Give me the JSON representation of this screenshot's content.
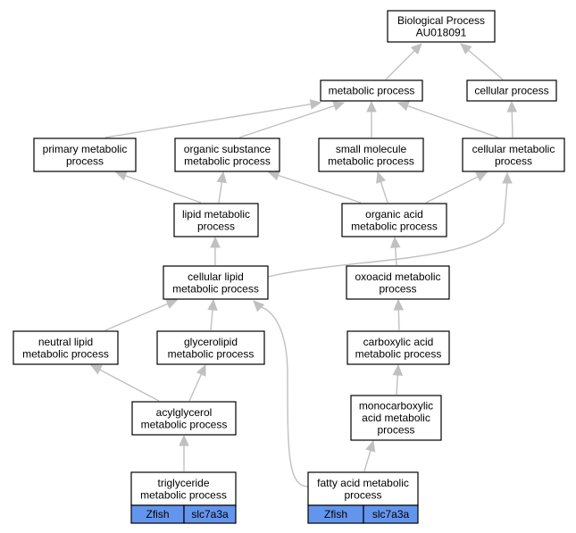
{
  "nodes": [
    {
      "id": "bp",
      "lines": [
        "Biological Process",
        "AU018091"
      ]
    },
    {
      "id": "metabolic",
      "lines": [
        "metabolic process"
      ]
    },
    {
      "id": "cellular",
      "lines": [
        "cellular process"
      ]
    },
    {
      "id": "primary",
      "lines": [
        "primary metabolic",
        "process"
      ]
    },
    {
      "id": "organic_sub",
      "lines": [
        "organic substance",
        "metabolic process"
      ]
    },
    {
      "id": "small_mol",
      "lines": [
        "small molecule",
        "metabolic process"
      ]
    },
    {
      "id": "cellular_met",
      "lines": [
        "cellular metabolic",
        "process"
      ]
    },
    {
      "id": "lipid",
      "lines": [
        "lipid metabolic",
        "process"
      ]
    },
    {
      "id": "organic_acid",
      "lines": [
        "organic acid",
        "metabolic process"
      ]
    },
    {
      "id": "cell_lipid",
      "lines": [
        "cellular lipid",
        "metabolic process"
      ]
    },
    {
      "id": "oxoacid",
      "lines": [
        "oxoacid metabolic",
        "process"
      ]
    },
    {
      "id": "neutral",
      "lines": [
        "neutral lipid",
        "metabolic process"
      ]
    },
    {
      "id": "glycerolipid",
      "lines": [
        "glycerolipid",
        "metabolic process"
      ]
    },
    {
      "id": "carboxylic",
      "lines": [
        "carboxylic acid",
        "metabolic process"
      ]
    },
    {
      "id": "acylglycerol",
      "lines": [
        "acylglycerol",
        "metabolic process"
      ]
    },
    {
      "id": "monocarb",
      "lines": [
        "monocarboxylic",
        "acid metabolic",
        "process"
      ]
    },
    {
      "id": "triglyceride",
      "lines": [
        "triglyceride",
        "metabolic process"
      ]
    },
    {
      "id": "fatty",
      "lines": [
        "fatty acid metabolic",
        "process"
      ]
    }
  ],
  "genes": [
    {
      "id": "tri_zfish",
      "label": "Zfish",
      "node": "triglyceride"
    },
    {
      "id": "tri_gene",
      "label": "slc7a3a",
      "node": "triglyceride"
    },
    {
      "id": "fat_zfish",
      "label": "Zfish",
      "node": "fatty"
    },
    {
      "id": "fat_gene",
      "label": "slc7a3a",
      "node": "fatty"
    }
  ],
  "edges": [
    {
      "from": "metabolic",
      "to": "bp"
    },
    {
      "from": "cellular",
      "to": "bp"
    },
    {
      "from": "primary",
      "to": "metabolic"
    },
    {
      "from": "organic_sub",
      "to": "metabolic"
    },
    {
      "from": "small_mol",
      "to": "metabolic"
    },
    {
      "from": "cellular_met",
      "to": "metabolic"
    },
    {
      "from": "cellular_met",
      "to": "cellular"
    },
    {
      "from": "lipid",
      "to": "primary"
    },
    {
      "from": "lipid",
      "to": "organic_sub"
    },
    {
      "from": "organic_acid",
      "to": "organic_sub"
    },
    {
      "from": "organic_acid",
      "to": "small_mol"
    },
    {
      "from": "organic_acid",
      "to": "cellular_met"
    },
    {
      "from": "cell_lipid",
      "to": "lipid"
    },
    {
      "from": "cell_lipid",
      "to": "cellular_met"
    },
    {
      "from": "oxoacid",
      "to": "organic_acid"
    },
    {
      "from": "neutral",
      "to": "cell_lipid"
    },
    {
      "from": "glycerolipid",
      "to": "cell_lipid"
    },
    {
      "from": "carboxylic",
      "to": "oxoacid"
    },
    {
      "from": "acylglycerol",
      "to": "neutral"
    },
    {
      "from": "acylglycerol",
      "to": "glycerolipid"
    },
    {
      "from": "monocarb",
      "to": "carboxylic"
    },
    {
      "from": "triglyceride",
      "to": "acylglycerol"
    },
    {
      "from": "fatty",
      "to": "cell_lipid"
    },
    {
      "from": "fatty",
      "to": "monocarb"
    }
  ]
}
